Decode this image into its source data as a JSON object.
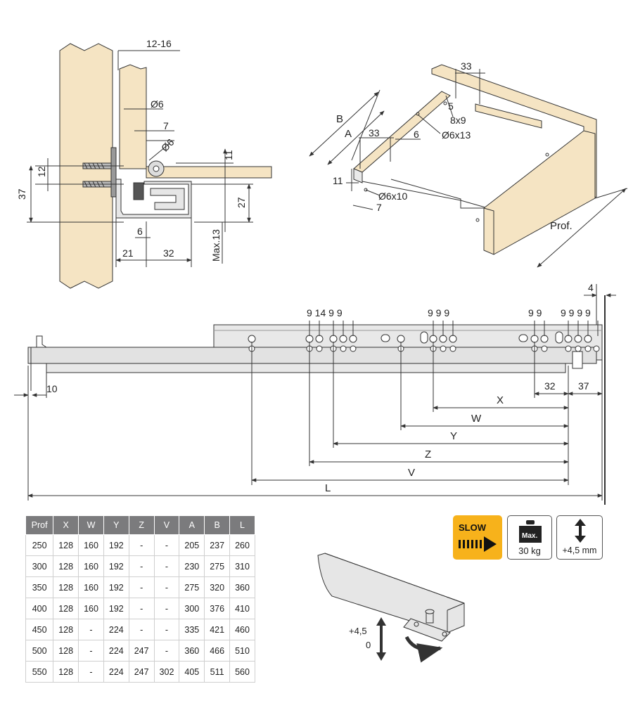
{
  "colors": {
    "wood": "#f5e4c3",
    "metal": "#e6e6e6",
    "line": "#333333",
    "slow_bg": "#f7b21b",
    "table_header": "#7b7b7d"
  },
  "section_view": {
    "labels": {
      "d12_16": "12-16",
      "d6a": "Ø6",
      "d7": "7",
      "d6b": "Ø6",
      "d11": "11",
      "d12": "12",
      "d37": "37",
      "d27": "27",
      "d6c": "6",
      "d21": "21",
      "d32": "32",
      "dmax13": "Max.13"
    }
  },
  "drawer_view": {
    "labels": {
      "d33_top": "33",
      "d5": "5",
      "d8x9": "8x9",
      "d6x13": "Ø6x13",
      "B": "B",
      "A": "A",
      "d33": "33",
      "d6": "6",
      "d11": "11",
      "d6x10": "Ø6x10",
      "d7": "7",
      "prof": "Prof."
    }
  },
  "runner_view": {
    "labels": {
      "d4": "4",
      "g1": "9 14 9 9",
      "g2": "9 9 9",
      "g3": "9 9",
      "g4": "9 9 9 9",
      "d10": "10",
      "d32": "32",
      "d37": "37",
      "X": "X",
      "W": "W",
      "Y": "Y",
      "Z": "Z",
      "V": "V",
      "L": "L"
    }
  },
  "table": {
    "headers": [
      "Prof",
      "X",
      "W",
      "Y",
      "Z",
      "V",
      "A",
      "B",
      "L"
    ],
    "rows": [
      [
        "250",
        "128",
        "160",
        "192",
        "-",
        "-",
        "205",
        "237",
        "260"
      ],
      [
        "300",
        "128",
        "160",
        "192",
        "-",
        "-",
        "230",
        "275",
        "310"
      ],
      [
        "350",
        "128",
        "160",
        "192",
        "-",
        "-",
        "275",
        "320",
        "360"
      ],
      [
        "400",
        "128",
        "160",
        "192",
        "-",
        "-",
        "300",
        "376",
        "410"
      ],
      [
        "450",
        "128",
        "-",
        "224",
        "-",
        "-",
        "335",
        "421",
        "460"
      ],
      [
        "500",
        "128",
        "-",
        "224",
        "247",
        "-",
        "360",
        "466",
        "510"
      ],
      [
        "550",
        "128",
        "-",
        "224",
        "247",
        "302",
        "405",
        "511",
        "560"
      ]
    ]
  },
  "badges": {
    "slow": "SLOW",
    "max_icon": "Max.",
    "max_load": "30 kg",
    "lift": "+4,5 mm",
    "slow_icon": "arrow-icon",
    "weight_icon": "weight-icon",
    "lift_icon": "double-arrow-icon"
  },
  "detail_view": {
    "adj_top": "+4,5",
    "adj_bottom": "0"
  }
}
